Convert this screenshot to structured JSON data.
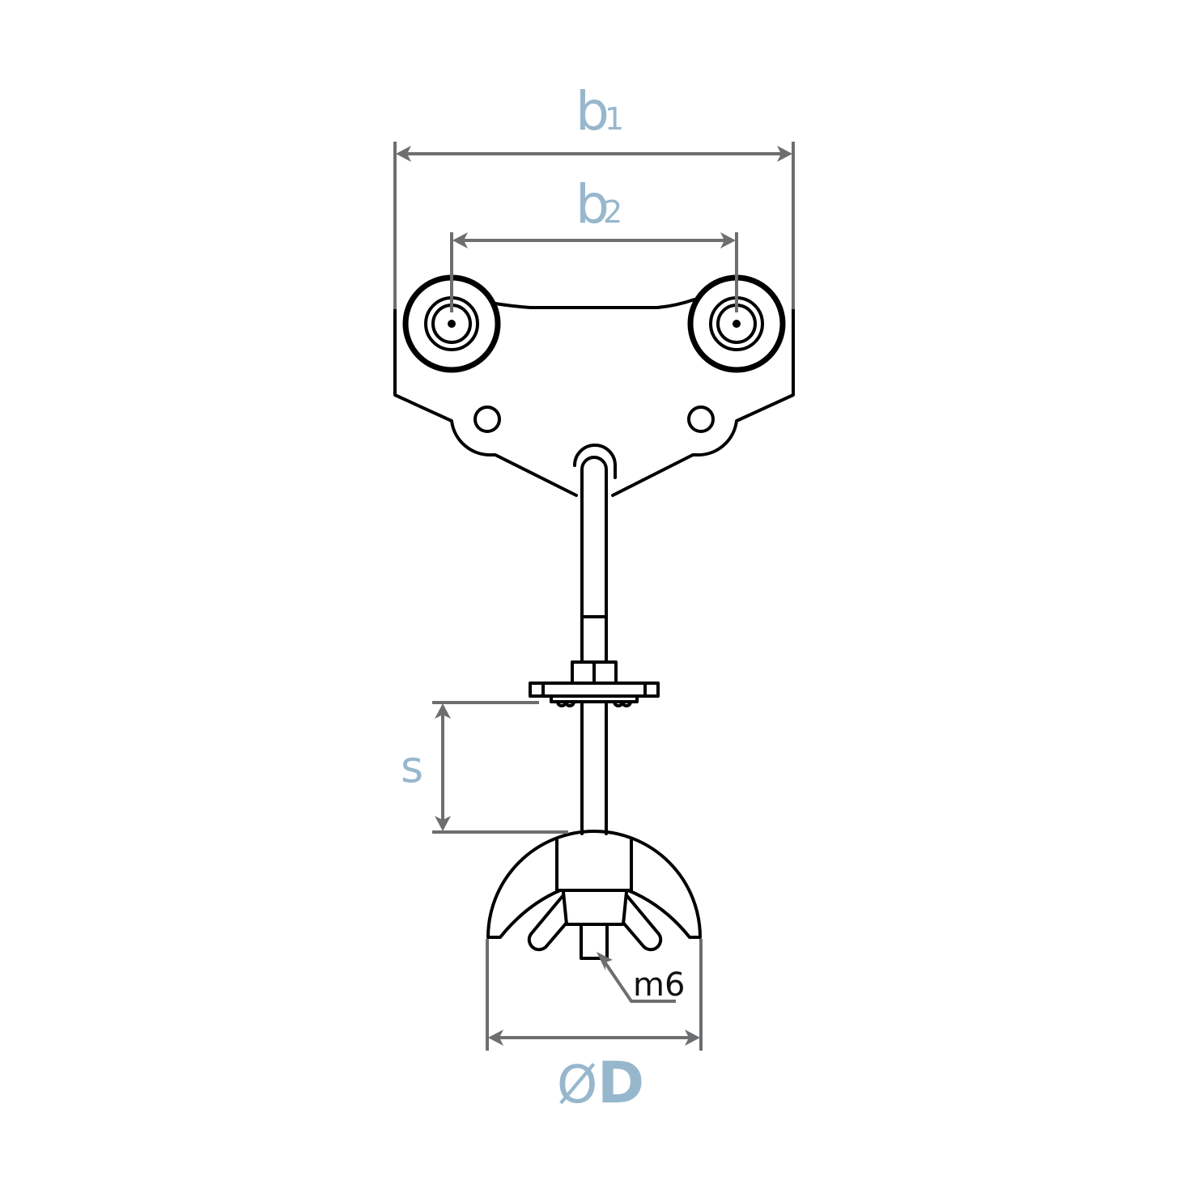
{
  "diagram": {
    "subject": "trolley-suspension-with-wing-nut-dome",
    "colors": {
      "label": "#97b7cc",
      "dimension_line": "#6d6e70",
      "outline": "#000000",
      "background": "#ffffff"
    },
    "dimensions": {
      "b1": {
        "base": "b",
        "sub": "1"
      },
      "b2": {
        "base": "b",
        "sub": "2"
      },
      "s": {
        "label": "s"
      },
      "diameter": {
        "symbol": "Ø",
        "label": "D"
      }
    },
    "annotations": {
      "thread": "m6"
    }
  }
}
